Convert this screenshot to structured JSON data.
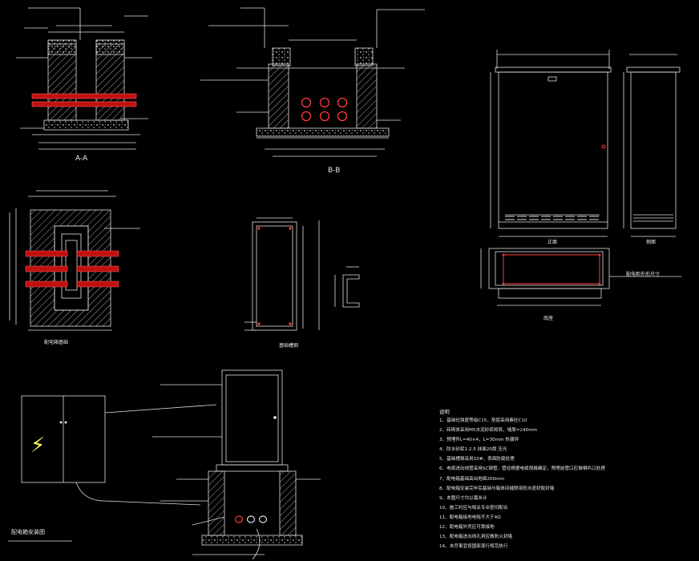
{
  "views": {
    "section_aa": {
      "caption": "A-A"
    },
    "section_bb": {
      "caption": "B-B"
    },
    "cabinet_front": {
      "caption": "正面"
    },
    "cabinet_side": {
      "caption": "侧面"
    },
    "foundation_plan": {
      "caption": "配电箱基础"
    },
    "base_frame": {
      "caption": "基础槽钢"
    },
    "base_outline": {
      "caption": "配电柜外形尺寸"
    },
    "base_top": {
      "caption": "底座"
    },
    "install": {
      "caption": "配电箱安装图"
    }
  },
  "symbols": {
    "voltage_sign": "⚡"
  },
  "notes": {
    "title": "说明",
    "items": [
      "1、基础砼强度等级C15，垫层采用素砼C10",
      "2、砖砌体采用M5水泥砂浆砌筑，墙厚=240mm",
      "3、预埋件L=40×4，L=30mm 热镀锌",
      "4、防水砂浆1:2.5 抹面20厚 压光",
      "5、基础槽钢采用10#，表面防腐处理",
      "6、电缆进出线管采用SC钢管，管径根据电缆规格确定，预埋前管口应做喇叭口处理",
      "7、配电箱基础高出地面200mm",
      "8、配电箱安装完毕后基础与箱体间缝隙用防水密封胶封堵",
      "9、本图尺寸均以毫米计",
      "10、施工时应与相关专业密切配合",
      "11、配电箱接地电阻不大于4Ω",
      "12、配电箱外壳应可靠接地",
      "13、配电箱进出线孔洞应做防火封堵",
      "14、未尽事宜按国家现行规范执行"
    ]
  }
}
